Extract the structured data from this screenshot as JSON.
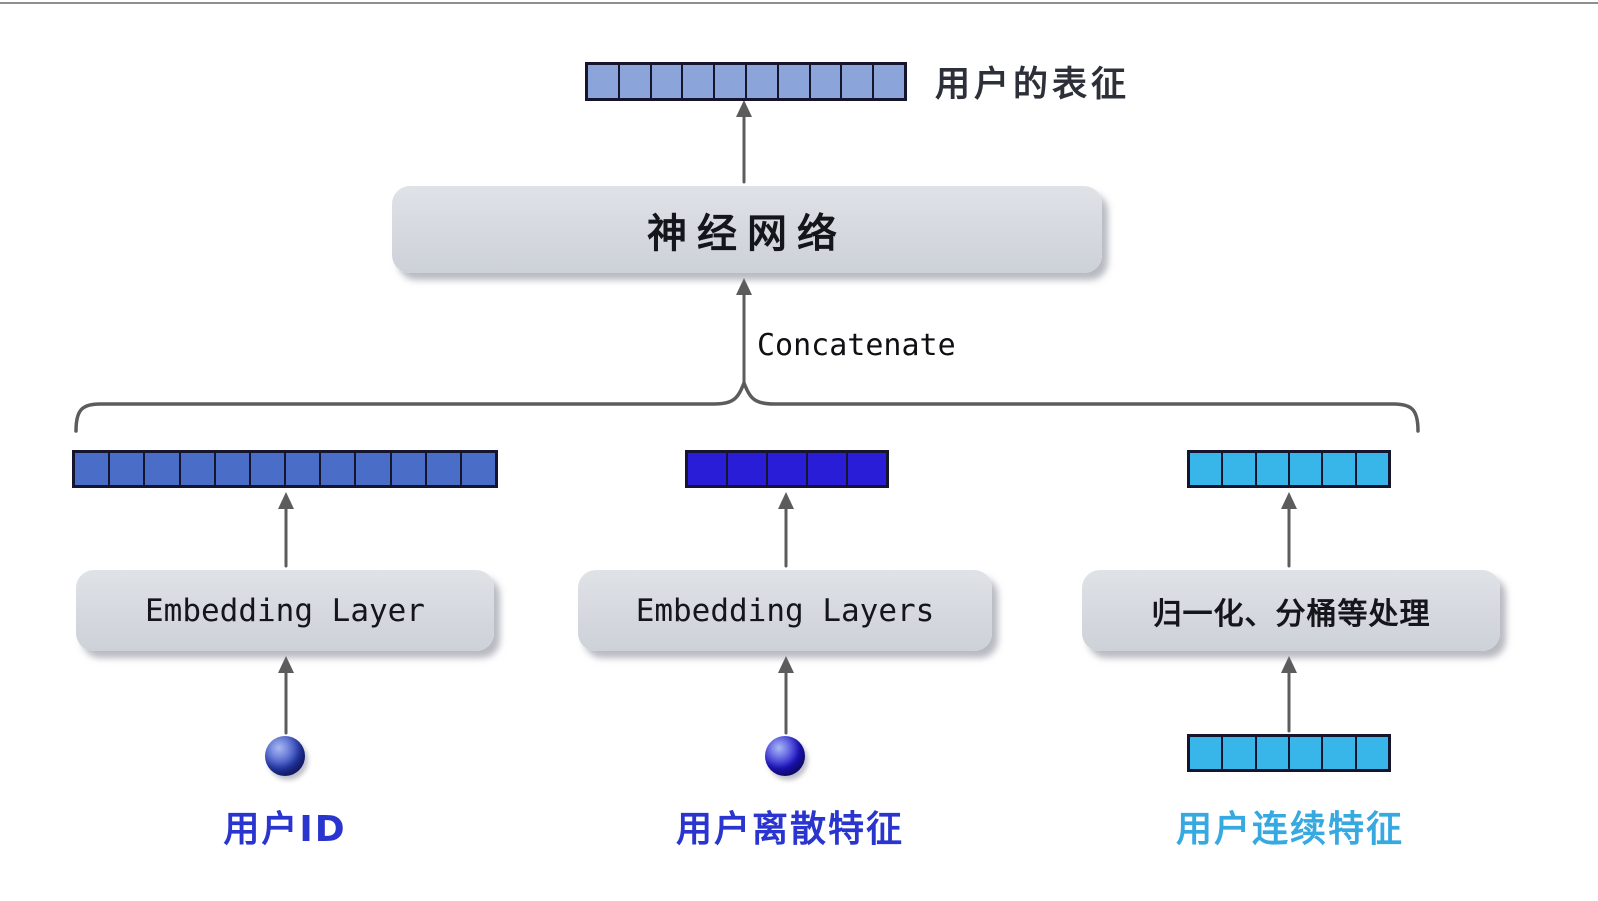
{
  "page": {
    "background": "#ffffff",
    "arrow_color": "#5c5c5c"
  },
  "output": {
    "label": "用户的表征",
    "vector": {
      "cells": 10,
      "color": "#8ba4d9",
      "border": "#15152e"
    }
  },
  "network": {
    "label": "神经网络"
  },
  "concatenate": {
    "label": "Concatenate"
  },
  "columns": [
    {
      "box_label": "Embedding Layer",
      "input_label": "用户ID",
      "label_color": "#2a35cf",
      "sphere_color": "#2f46c0",
      "vector": {
        "cells": 12,
        "color": "#4a6ec7",
        "border": "#15152e"
      }
    },
    {
      "box_label": "Embedding Layers",
      "input_label": "用户离散特征",
      "label_color": "#2a35cf",
      "sphere_color": "#2317d6",
      "vector": {
        "cells": 5,
        "color": "#2a1dd8",
        "border": "#15152e"
      }
    },
    {
      "box_label": "归一化、分桶等处理",
      "input_label": "用户连续特征",
      "label_color": "#36a9e1",
      "vector": {
        "cells": 6,
        "color": "#38b5e9",
        "border": "#15152e"
      },
      "input_vector": {
        "cells": 6,
        "color": "#38b5e9",
        "border": "#15152e"
      }
    }
  ]
}
